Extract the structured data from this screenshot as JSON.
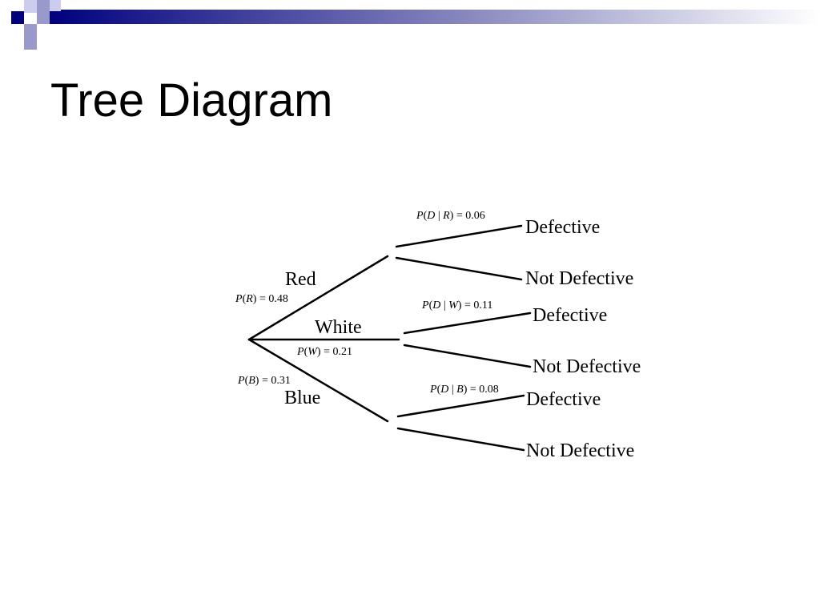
{
  "slide": {
    "title": "Tree Diagram",
    "accent_color": "#00007f",
    "gradient_start": "#00007f",
    "gradient_end": "#ffffff",
    "square_light_color": "#9999cc"
  },
  "tree": {
    "level1": [
      {
        "name": "Red",
        "prob_label": "P(R) = 0.48",
        "prob_var": "R",
        "prob_value": "0.48"
      },
      {
        "name": "White",
        "prob_label": "P(W) = 0.21",
        "prob_var": "W",
        "prob_value": "0.21"
      },
      {
        "name": "Blue",
        "prob_label": "P(B) = 0.31",
        "prob_var": "B",
        "prob_value": "0.31"
      }
    ],
    "level2": [
      {
        "parent": "Red",
        "cond_label": "P(D | R) = 0.06",
        "cond_var": "R",
        "cond_value": "0.06",
        "outcomes": [
          "Defective",
          "Not Defective"
        ]
      },
      {
        "parent": "White",
        "cond_label": "P(D | W) = 0.11",
        "cond_var": "W",
        "cond_value": "0.11",
        "outcomes": [
          "Defective",
          "Not Defective"
        ]
      },
      {
        "parent": "Blue",
        "cond_label": "P(D | B) = 0.08",
        "cond_var": "B",
        "cond_value": "0.08",
        "outcomes": [
          "Defective",
          "Not Defective"
        ]
      }
    ]
  }
}
